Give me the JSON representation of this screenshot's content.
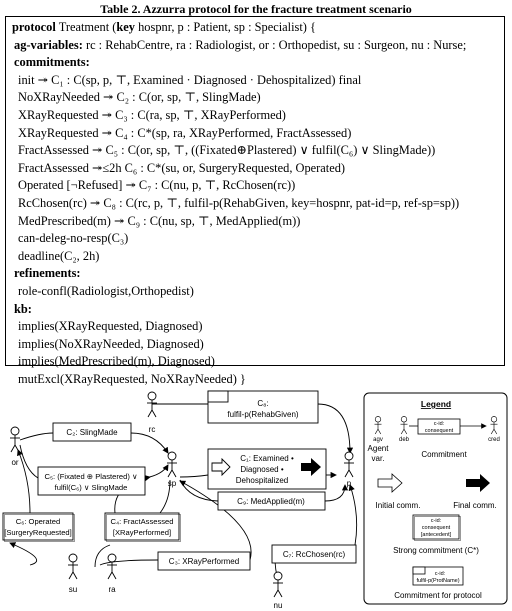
{
  "caption": "Table 2. Azzurra protocol for the fracture treatment scenario",
  "protocol": {
    "header": {
      "kw_protocol": "protocol",
      "name": "Treatment (",
      "kw_key": "key",
      "rest": "hospnr, p : Patient, sp : Specialist) {"
    },
    "agvars": {
      "label": "ag-variables:",
      "text": "rc : RehabCentre, ra : Radiologist, or : Orthopedist, su : Surgeon, nu : Nurse;"
    },
    "commitments_label": "commitments:",
    "commitments": [
      "init ↠ C₁ : C(sp, p, ⊤, Examined · Diagnosed · Dehospitalized) final",
      "NoXRayNeeded ↠ C₂ : C(or, sp, ⊤, SlingMade)",
      "XRayRequested ↠ C₃ : C(ra, sp, ⊤, XRayPerformed)",
      "XRayRequested ↠ C₄ : C*(sp, ra, XRayPerformed, FractAssessed)",
      "FractAssessed ↠ C₅ : C(or, sp, ⊤, ((Fixated⊕Plastered) ∨ fulfil(C₆) ∨ SlingMade))",
      "FractAssessed ↠≤2h C₆ : C*(su, or, SurgeryRequested, Operated)",
      "Operated [¬Refused] ↠ C₇ : C(nu, p, ⊤, RcChosen(rc))",
      "RcChosen(rc) ↠ C₈ : C(rc, p, ⊤, fulfil-p(RehabGiven, key=hospnr, pat-id=p, ref-sp=sp))",
      "MedPrescribed(m) ↠ C₉ : C(nu, sp, ⊤, MedApplied(m))",
      "can-deleg-no-resp(C₃)",
      "deadline(C₂, 2h)"
    ],
    "refinements_label": "refinements:",
    "refinements": [
      "role-confl(Radiologist,Orthopedist)"
    ],
    "kb_label": "kb:",
    "kb": [
      "implies(XRayRequested, Diagnosed)",
      "implies(NoXRayNeeded, Diagnosed)",
      "implies(MedPrescribed(m), Diagnosed)",
      "mutExcl(XRayRequested, NoXRayNeeded) }"
    ]
  },
  "diagram": {
    "agents": {
      "rc": "rc",
      "or": "or",
      "sp": "sp",
      "p": "p",
      "su": "su",
      "ra": "ra",
      "nu": "nu"
    },
    "commitments": {
      "c8_line1": "C₈:",
      "c8_line2": "fulfil-p(RehabGiven)",
      "c2": "C₂: SlingMade",
      "c1_line1": "C₁: Examined •",
      "c1_line2": "Diagnosed •",
      "c1_line3": "Dehospitalized",
      "c5_line1": "C₅: (Fixated ⊕ Plastered) ∨",
      "c5_line2": "fulfil(C₆) ∨ SlingMade",
      "c9": "C₉: MedApplied(m)",
      "c6_line1": "C₆: Operated",
      "c6_line2": "[SurgeryRequested]",
      "c4_line1": "C₄: FractAssessed",
      "c4_line2": "[XRayPerformed]",
      "c3": "C₃: XRayPerformed",
      "c7": "C₇: RcChosen(rc)"
    },
    "legend": {
      "title": "Legend",
      "agent_label": "agv",
      "debtor": "deb",
      "creditor": "cred",
      "cid": "c-id:",
      "consequent": "consequent",
      "agent_var_line1": "Agent",
      "agent_var_line2": "var.",
      "commitment": "Commitment",
      "initial": "Initial comm.",
      "final": "Final comm.",
      "strong_cid": "c-id:",
      "strong_consequent": "consequent",
      "strong_antecedent": "[antecedent]",
      "strong": "Strong commitment (C*)",
      "proto_cid": "c-id:",
      "proto_name": "fulfil-p(ProtName)",
      "proto": "Commitment for protocol"
    }
  }
}
